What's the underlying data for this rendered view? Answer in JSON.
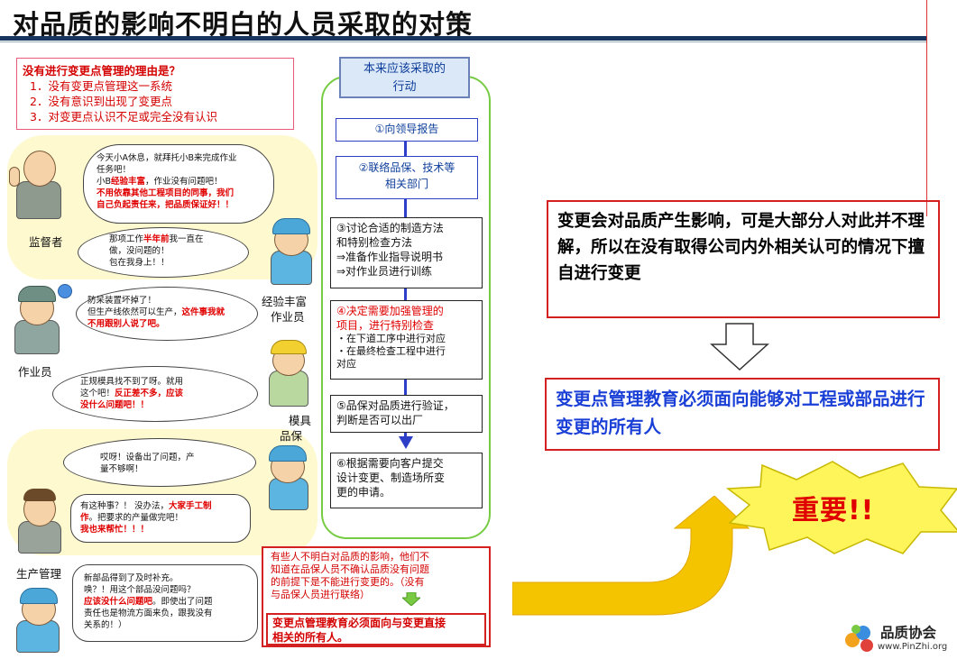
{
  "title": "对品质的影响不明白的人员采取的对策",
  "reasons": {
    "heading": "没有进行变更点管理的理由是？",
    "items": [
      "1．没有变更点管理这一系统",
      "2．没有意识到出现了变更点",
      "3．对变更点认识不足或完全没有认识"
    ]
  },
  "roles": {
    "supervisor": "监督者",
    "experienced_1": "经验丰富",
    "experienced_2": "作业员",
    "worker": "作业员",
    "mold_qa_1": "模具",
    "mold_qa_2": "品保",
    "production": "生产管理"
  },
  "bubbles": {
    "b1_l1": "今天小A休息，就拜托小B来完成作业",
    "b1_l2": "任务吧！",
    "b1_l3a": "小B",
    "b1_l3b": "经验丰富",
    "b1_l3c": "，作业没有问题吧！",
    "b1_l4": "不用依靠其他工程项目的同事，我们",
    "b1_l5": "自己负起责任来，把品质保证好！！",
    "b2_l1a": "那项工作",
    "b2_l1b": "半年前",
    "b2_l1c": "我一直在",
    "b2_l2": "做，没问题的！",
    "b2_l3": "包在我身上！！",
    "b3_l1": "防呆装置坏掉了！",
    "b3_l2a": "但生产线依然可以生产，",
    "b3_l2b": "这件事我就",
    "b3_l3": "不用跟别人说了吧。",
    "b4_l1": "正规模具找不到了呀。就用",
    "b4_l2a": "这个吧！",
    "b4_l2b": "反正差不多，应该",
    "b4_l3": "没什么问题吧！！",
    "b5_l1": "哎呀！设备出了问题，产",
    "b5_l2": "量不够啊！",
    "b6_l1a": "有这种事？！  没办法，",
    "b6_l1b": "大家手工制",
    "b6_l2a": "作",
    "b6_l2b": "。把要求的产量做完吧！",
    "b6_l3": "我也来帮忙！！！",
    "b7_l1": "新部品得到了及时补充。",
    "b7_l2": "唤？！用这个部品没问题吗？",
    "b7_l3a": "应该没什么问题吧",
    "b7_l3b": "。即使出了问题",
    "b7_l4": "责任也是物流方面来负，跟我没有",
    "b7_l5": "关系的！）"
  },
  "flow": {
    "heading_l1": "本来应该采取的",
    "heading_l2": "行动",
    "step1": "①向领导报告",
    "step2_l1": "②联络品保、技术等",
    "step2_l2": "相关部门",
    "step3_l1": "③讨论合适的制造方法",
    "step3_l2": "和特别检查方法",
    "step3_l3": "⇒准备作业指导说明书",
    "step3_l4": "⇒对作业员进行训练",
    "step4_l1": "④决定需要加强管理的",
    "step4_l2": "项目，进行特别检查",
    "step4_l3": "・在下道工序中进行对应",
    "step4_l4": "・在最终检查工程中进行",
    "step4_l5": "对应",
    "step5_l1": "⑤品保对品质进行验证，",
    "step5_l2": "判断是否可以出厂",
    "step6_l1": "⑥根据需要向客户提交",
    "step6_l2": "设计变更、制造场所变",
    "step6_l3": "更的申请。"
  },
  "bottom": {
    "note_l1": "有些人不明白对品质的影响，他们不",
    "note_l2": "知道在品保人员不确认品质没有问题",
    "note_l3": "的前提下是不能进行变更的。（没有",
    "note_l4": "与品保人员进行联络）",
    "conclusion_l1": "变更点管理教育必须面向与变更直接",
    "conclusion_l2": "相关的所有人。"
  },
  "right": {
    "box1": "变更会对品质产生影响，可是大部分人对此并不理解，所以在没有取得公司内外相关认可的情况下擅自进行变更",
    "box2": "变更点管理教育必须面向能够对工程或部品进行变更的所有人",
    "important": "重要!!"
  },
  "logo": {
    "name": "品质协会",
    "url": "www.PinZhi.org"
  },
  "colors": {
    "title_rule": "#17355f",
    "red": "#e00000",
    "blue_text": "#1a3fd6",
    "flow_green": "#77cc44",
    "scene_yellow": "#fff9d0",
    "arrow_yellow": "#f5c400"
  }
}
